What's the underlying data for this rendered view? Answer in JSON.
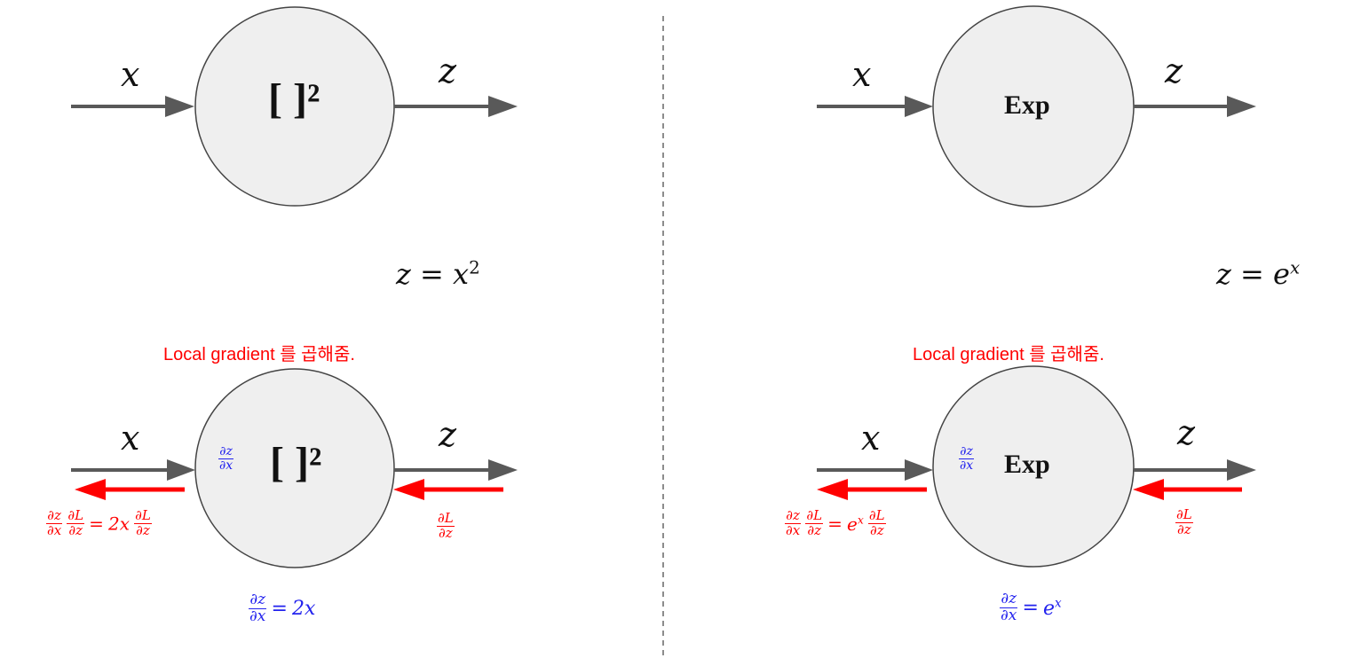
{
  "left": {
    "input_var": "x",
    "output_var": "z",
    "node_label": "[ ]²",
    "forward_eq": {
      "lhs": "z",
      "rel": "=",
      "base": "x",
      "exp": "2"
    },
    "note": "Local gradient 를 곱해줌.",
    "local_grad": {
      "num": "∂z",
      "den": "∂x"
    },
    "upstream_grad": {
      "num": "∂L",
      "den": "∂z"
    },
    "downstream": {
      "f1_num": "∂z",
      "f1_den": "∂x",
      "f2_num": "∂L",
      "f2_den": "∂z",
      "eq": "=",
      "mid": "2x",
      "f3_num": "∂L",
      "f3_den": "∂z"
    },
    "local_eq": {
      "num": "∂z",
      "den": "∂x",
      "eq": "=",
      "rhs": "2x"
    }
  },
  "right": {
    "input_var": "x",
    "output_var": "z",
    "node_label": "Exp",
    "forward_eq": {
      "lhs": "z",
      "rel": "=",
      "base": "e",
      "exp": "x"
    },
    "note": "Local gradient 를 곱해줌.",
    "local_grad": {
      "num": "∂z",
      "den": "∂x"
    },
    "upstream_grad": {
      "num": "∂L",
      "den": "∂z"
    },
    "downstream": {
      "f1_num": "∂z",
      "f1_den": "∂x",
      "f2_num": "∂L",
      "f2_den": "∂z",
      "eq": "=",
      "mid_base": "e",
      "mid_exp": "x",
      "f3_num": "∂L",
      "f3_den": "∂z"
    },
    "local_eq": {
      "num": "∂z",
      "den": "∂x",
      "eq": "=",
      "rhs_base": "e",
      "rhs_exp": "x"
    }
  },
  "colors": {
    "forward_arrow": "#595959",
    "backward_arrow": "#ff0000",
    "node_fill": "#efefef",
    "node_stroke": "#444444",
    "local_grad_text": "#2222ee",
    "backward_text": "#ff0000",
    "divider": "#666666"
  }
}
